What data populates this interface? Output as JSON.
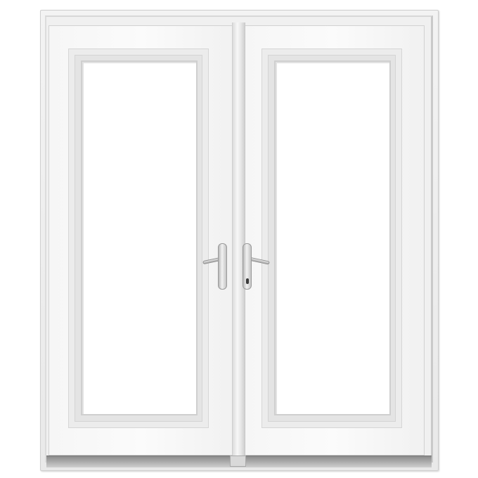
{
  "image": {
    "subject": "french-doors",
    "colors": {
      "frame": "#f0f0f0",
      "glass": "#ffffff",
      "sill": "#a9a9a9",
      "hardware": "#c8c8c8"
    },
    "leaves": [
      {
        "side": "left",
        "handle": "lever-handle"
      },
      {
        "side": "right",
        "handle": "lever-handle",
        "lock": "keyhole"
      }
    ]
  }
}
